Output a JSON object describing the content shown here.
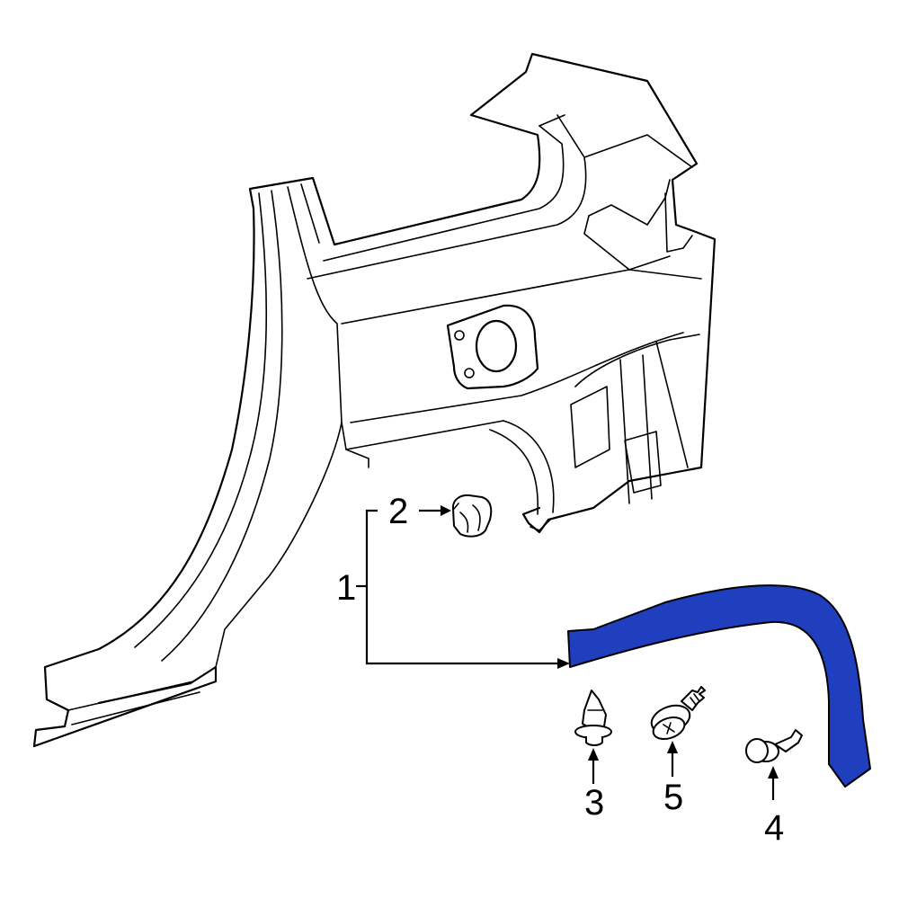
{
  "callouts": {
    "part1": "1",
    "part2": "2",
    "part3": "3",
    "part4": "4",
    "part5": "5"
  },
  "highlight_color": "#1f3fbf",
  "outline_color": "#000000"
}
